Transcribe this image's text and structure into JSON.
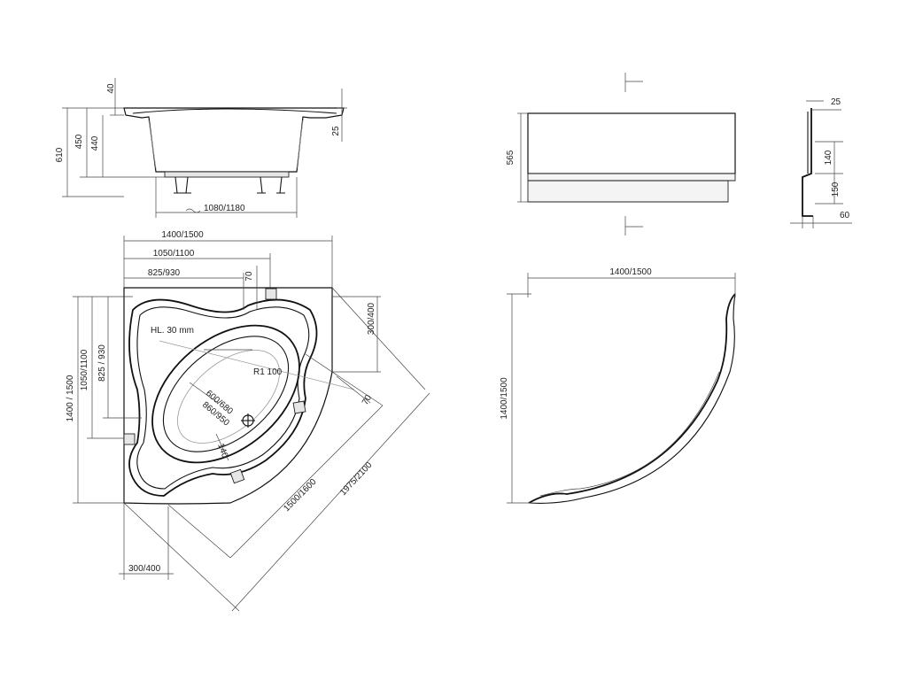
{
  "dimensions": {
    "side": {
      "rim": "40",
      "total_height": "610",
      "height_450": "450",
      "height_440": "440",
      "rim_depth": "25",
      "length": "1080/1180"
    },
    "plan": {
      "width_total": "1400/1500",
      "width_mid": "1050/1100",
      "width_inner": "825/930",
      "offset_top": "70",
      "right_side": "300/400",
      "height_total": "1400 / 1500",
      "height_mid": "1050/1100",
      "height_inner": "825 / 930",
      "overflow_height": "HL. 30 mm",
      "radius": "R1 100",
      "inner_600": "600/680",
      "inner_860": "860/950",
      "offset_diag": "70",
      "drain_offset": "140",
      "diag_1500": "1500/1600",
      "diag_1975": "1975/2100",
      "bottom_side": "300/400"
    },
    "panel": {
      "height": "565",
      "lip": "25",
      "panel_140": "140",
      "panel_150": "150",
      "foot": "60"
    },
    "panel_plan": {
      "width": "1400/1500",
      "height": "1400/1500"
    }
  },
  "colors": {
    "line": "#111111",
    "dim_line": "#444444",
    "fill_grey": "#e6e6e6"
  }
}
